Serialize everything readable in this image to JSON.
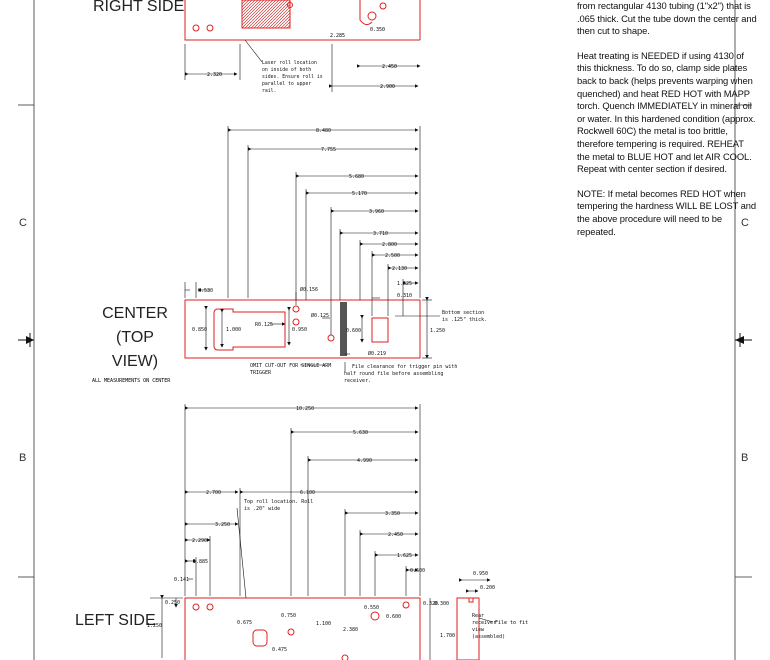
{
  "labels": {
    "right_side": "RIGHT SIDE",
    "center_1": "CENTER",
    "center_2": "(TOP",
    "center_3": "VIEW)",
    "center_note": "ALL MEASUREMENTS ON CENTER",
    "left_side": "LEFT SIDE"
  },
  "zones": {
    "c_left": "C",
    "c_right": "C",
    "b_left": "B",
    "b_right": "B"
  },
  "notes": {
    "p1": "from rectangular 4130 tubing (1\"x2\") that is .065 thick. Cut the tube down the center and then cut to shape.",
    "p2": "Heat treating is NEEDED if using 4130 of this thickness. To do so, clamp side plates back to back (helps prevents warping when quenched) and heat RED HOT with MAPP torch. Quench IMMEDIATELY in mineral oil or water. In this hardened condition (approx. Rockwell 60C) the metal is too brittle, therefore tempering is required. REHEAT the metal to BLUE HOT and let AIR COOL. Repeat with center section if desired.",
    "p3": "NOTE: If metal becomes RED HOT when tempering the hardness WILL BE LOST and the above procedure will need to be repeated."
  },
  "right_side_view": {
    "dims": {
      "d2285": "2.285",
      "d0350": "0.350",
      "d2320": "2.320",
      "d2450": "2.450",
      "d2900": "2.900"
    },
    "laser_note": [
      "Laser roll location",
      "on inside of both",
      "sides. Ensure roll is",
      "parallel to upper",
      "rail."
    ]
  },
  "center_view": {
    "dims": {
      "d8480": "8.480",
      "d7755": "7.755",
      "d5680": "5.680",
      "d5170": "5.170",
      "d3960": "3.960",
      "d3710": "3.710",
      "d2800": "2.800",
      "d2500": "2.500",
      "d2130": "2.130",
      "d1625": "1.625",
      "d0310": "0.310",
      "d0530": "0.530",
      "d0156": "Ø0.156",
      "d0850": "0.850",
      "d1000": "1.000",
      "dR0125": "R0.125",
      "d0950": "0.950",
      "d0125b": "Ø0.125",
      "d0600": "0.600",
      "d1250": "1.250",
      "d0219": "Ø0.219"
    },
    "bottom_note": [
      "Bottom section",
      "is .125\" thick."
    ],
    "omit_note": [
      "OMIT CUT-OUT FOR SINGLE ARM",
      "TRIGGER"
    ],
    "file_note": [
      "File clearance for trigger pin with",
      "half round file before assembling",
      "receiver."
    ]
  },
  "left_side_view": {
    "dims": {
      "d10250": "10.250",
      "d5630": "5.630",
      "d4990": "4.990",
      "d2700": "2.700",
      "d6100": "6.100",
      "d3250": "3.250",
      "d2290": "2.290",
      "d1885": "1.885",
      "d0141": "0.141",
      "d0250": "0.250",
      "d1250": "1.250",
      "d0675": "0.675",
      "d0750": "0.750",
      "d0475": "0.475",
      "d1100": "1.100",
      "d2380": "2.380",
      "d0550": "0.550",
      "d3350": "3.350",
      "d2450": "2.450",
      "d1625": "1.625",
      "d0600": "0.600",
      "d0320": "0.320",
      "d0300": "0.300",
      "d1700": "1.700",
      "d0950": "0.950",
      "d0200": "0.200"
    },
    "top_roll_note": [
      "Top roll location. Roll",
      "is .20\" wide"
    ],
    "rear_view": [
      "Rear",
      "receiver",
      "view",
      "(assembled)"
    ],
    "file_fit": "File to fit"
  }
}
